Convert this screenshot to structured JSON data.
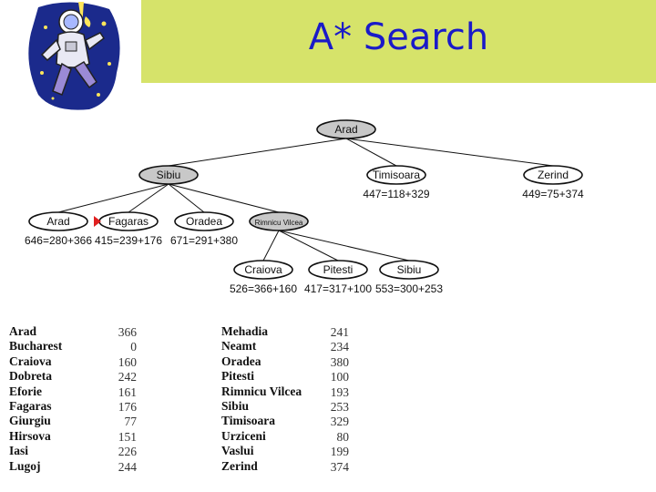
{
  "slide": {
    "title": "A* Search"
  },
  "colors": {
    "header": "#d6e36a",
    "title": "#1a1ac8",
    "node_fill": "#ffffff",
    "expanded_fill": "#c8c8c8",
    "marker": "#e02020"
  },
  "icons": {
    "logo": "astronaut-clipart-icon",
    "marker": "red-triangle-marker-icon"
  },
  "tree": {
    "nodes": [
      {
        "id": "arad_root",
        "label": "Arad",
        "score": "",
        "expanded": true
      },
      {
        "id": "sibiu",
        "label": "Sibiu",
        "score": "",
        "expanded": true
      },
      {
        "id": "timisoara",
        "label": "Timisoara",
        "score": "447=118+329",
        "expanded": false
      },
      {
        "id": "zerind",
        "label": "Zerind",
        "score": "449=75+374",
        "expanded": false
      },
      {
        "id": "arad2",
        "label": "Arad",
        "score": "646=280+366",
        "expanded": false
      },
      {
        "id": "fagaras",
        "label": "Fagaras",
        "score": "415=239+176",
        "expanded": false
      },
      {
        "id": "oradea",
        "label": "Oradea",
        "score": "671=291+380",
        "expanded": false
      },
      {
        "id": "rimnicu",
        "label": "Rimnicu Vilcea",
        "score": "",
        "expanded": true
      },
      {
        "id": "craiova",
        "label": "Craiova",
        "score": "526=366+160",
        "expanded": false
      },
      {
        "id": "pitesti",
        "label": "Pitesti",
        "score": "417=317+100",
        "expanded": false
      },
      {
        "id": "sibiu2",
        "label": "Sibiu",
        "score": "553=300+253",
        "expanded": false
      }
    ],
    "edges": [
      [
        "arad_root",
        "sibiu"
      ],
      [
        "arad_root",
        "timisoara"
      ],
      [
        "arad_root",
        "zerind"
      ],
      [
        "sibiu",
        "arad2"
      ],
      [
        "sibiu",
        "fagaras"
      ],
      [
        "sibiu",
        "oradea"
      ],
      [
        "sibiu",
        "rimnicu"
      ],
      [
        "rimnicu",
        "craiova"
      ],
      [
        "rimnicu",
        "pitesti"
      ],
      [
        "rimnicu",
        "sibiu2"
      ]
    ]
  },
  "heuristic_table": {
    "left": [
      {
        "city": "Arad",
        "value": "366"
      },
      {
        "city": "Bucharest",
        "value": "0"
      },
      {
        "city": "Craiova",
        "value": "160"
      },
      {
        "city": "Dobreta",
        "value": "242"
      },
      {
        "city": "Eforie",
        "value": "161"
      },
      {
        "city": "Fagaras",
        "value": "176"
      },
      {
        "city": "Giurgiu",
        "value": "77"
      },
      {
        "city": "Hirsova",
        "value": "151"
      },
      {
        "city": "Iasi",
        "value": "226"
      },
      {
        "city": "Lugoj",
        "value": "244"
      }
    ],
    "right": [
      {
        "city": "Mehadia",
        "value": "241"
      },
      {
        "city": "Neamt",
        "value": "234"
      },
      {
        "city": "Oradea",
        "value": "380"
      },
      {
        "city": "Pitesti",
        "value": "100"
      },
      {
        "city": "Rimnicu Vilcea",
        "value": "193"
      },
      {
        "city": "Sibiu",
        "value": "253"
      },
      {
        "city": "Timisoara",
        "value": "329"
      },
      {
        "city": "Urziceni",
        "value": "80"
      },
      {
        "city": "Vaslui",
        "value": "199"
      },
      {
        "city": "Zerind",
        "value": "374"
      }
    ]
  }
}
